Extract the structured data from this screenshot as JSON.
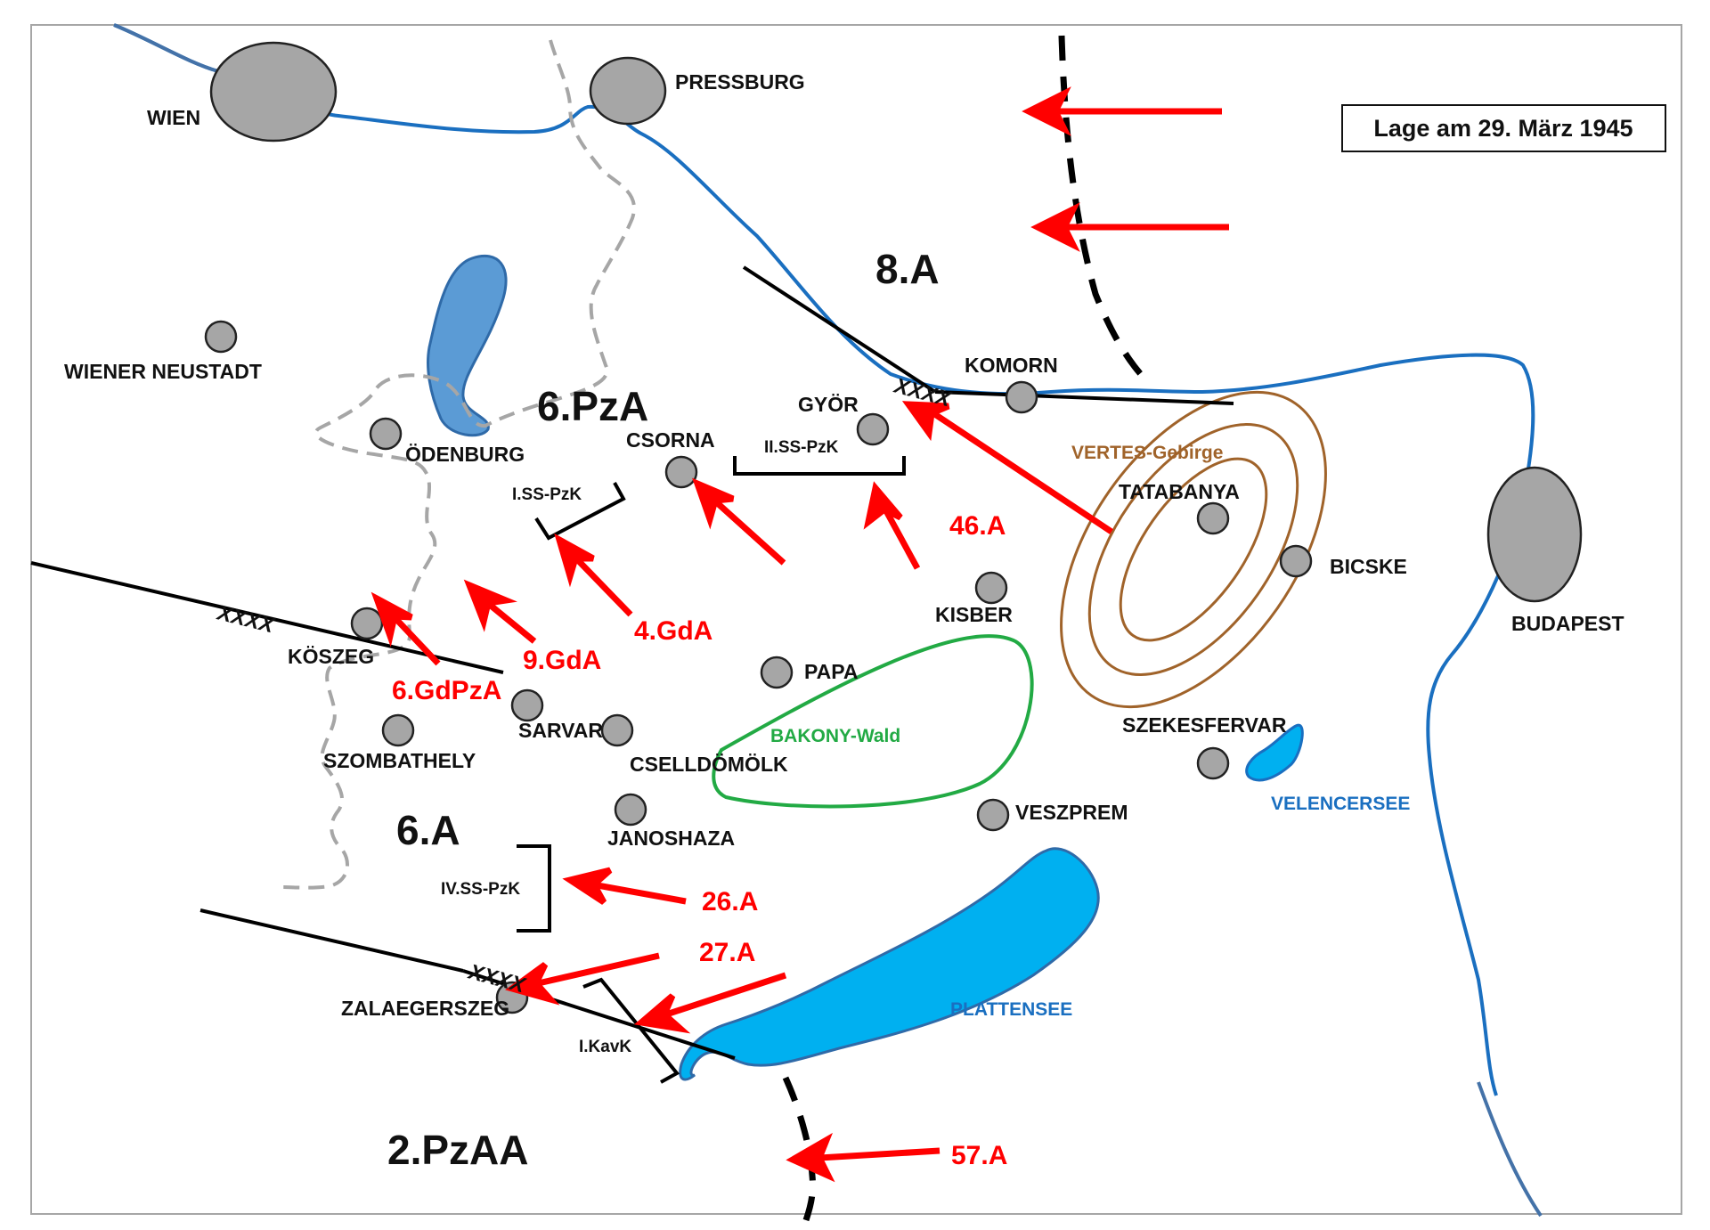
{
  "title": "Lage am 29. März 1945",
  "colors": {
    "river": "#1a6fc0",
    "lake_dark": "#00b0f0",
    "lake_mid": "#5b9bd5",
    "city_fill": "#a6a6a6",
    "soviet_arrow": "#ff0000",
    "frontline": "#000000",
    "border": "#a6a6a6",
    "bakony": "#22aa44",
    "vertes": "#a0632a"
  },
  "cities": {
    "wien": "WIEN",
    "pressburg": "PRESSBURG",
    "wiener_neustadt": "WIENER NEUSTADT",
    "oedenburg": "ÖDENBURG",
    "csorna": "CSORNA",
    "gyoer": "GYÖR",
    "komorn": "KOMORN",
    "tatabanya": "TATABANYA",
    "bicske": "BICSKE",
    "budapest": "BUDAPEST",
    "kisber": "KISBER",
    "papa": "PAPA",
    "koeszeg": "KÖSZEG",
    "sarvar": "SARVAR",
    "szombathely": "SZOMBATHELY",
    "cselldoemoelk": "CSELLDÖMÖLK",
    "janoshaza": "JANOSHAZA",
    "szekesfervar": "SZEKESFERVAR",
    "veszprem": "VESZPREM",
    "zalaegerszeg": "ZALAEGERSZEG"
  },
  "german_armies": {
    "a8": "8.A",
    "pza6": "6.PzA",
    "a6": "6.A",
    "pzaa2": "2.PzAA"
  },
  "corps": {
    "ss2": "II.SS-PzK",
    "ss1": "I.SS-PzK",
    "ss4": "IV.SS-PzK",
    "kav1": "I.KavK"
  },
  "soviet_armies": {
    "a46": "46.A",
    "gda4": "4.GdA",
    "gda9": "9.GdA",
    "gdpza6": "6.GdPzA",
    "a26": "26.A",
    "a27": "27.A",
    "a57": "57.A"
  },
  "boundary_marks": {
    "north": "XXXX",
    "west": "XXXX",
    "south": "XXXX"
  },
  "terrain": {
    "vertes": "VERTES-Gebirge",
    "bakony": "BAKONY-Wald"
  },
  "water": {
    "velencersee": "VELENCERSEE",
    "plattensee": "PLATTENSEE"
  }
}
